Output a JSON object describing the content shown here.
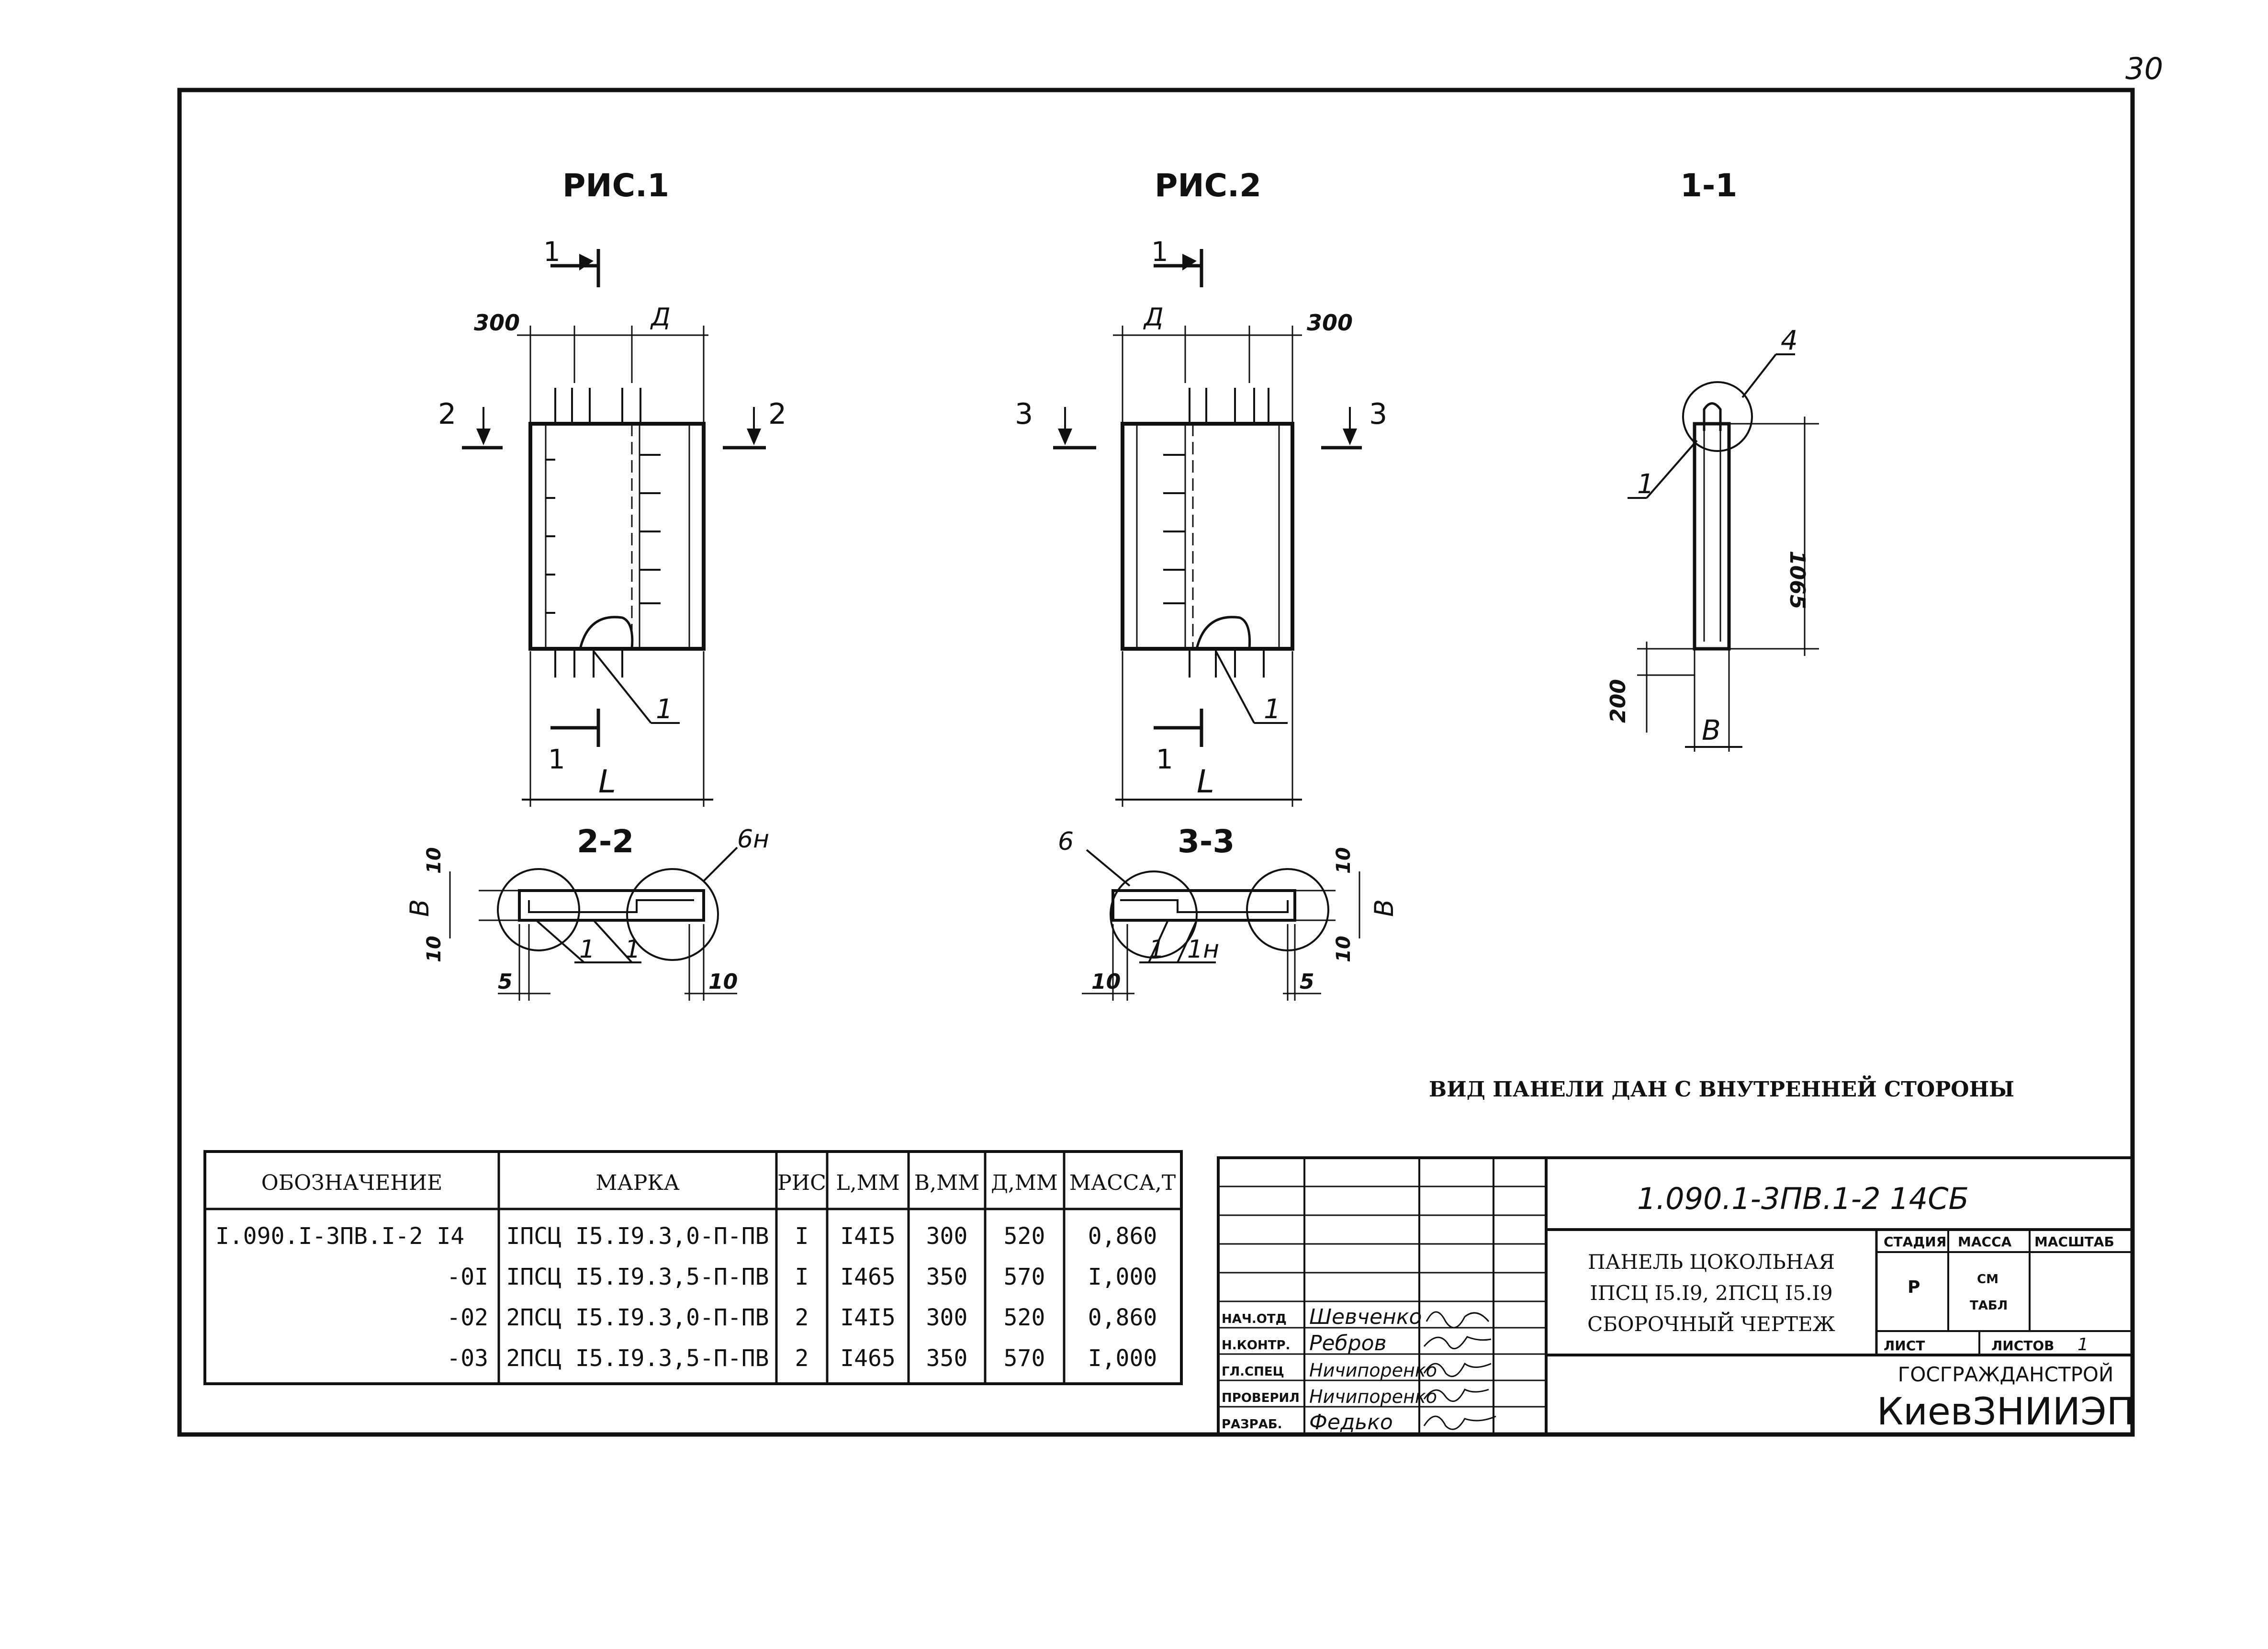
{
  "page_number": "30",
  "figures": {
    "fig1_title": "РИС.1",
    "fig2_title": "РИС.2",
    "section_11": "1-1",
    "section_22": "2-2",
    "section_33": "3-3"
  },
  "dims": {
    "d300": "300",
    "dA": "Д",
    "dL": "L",
    "dB": "В",
    "d10": "10",
    "d5": "5",
    "d1065": "1065",
    "d200": "200"
  },
  "marks": {
    "n1": "1",
    "n2": "2",
    "n3": "3",
    "n4": "4",
    "n6": "6",
    "n6n": "6н",
    "n1n": "1н"
  },
  "note": "ВИД ПАНЕЛИ ДАН С ВНУТРЕННЕЙ СТОРОНЫ",
  "spec_table": {
    "headers": [
      "ОБОЗНАЧЕНИЕ",
      "МАРКА",
      "РИС",
      "L,ММ",
      "В,ММ",
      "Д,ММ",
      "МАССА,Т"
    ],
    "rows": [
      [
        "I.090.I-3ПВ.I-2 I4",
        "IПСЦ I5.I9.3,0-П-ПВ",
        "I",
        "I4I5",
        "300",
        "520",
        "0,860"
      ],
      [
        "-0I",
        "IПСЦ I5.I9.3,5-П-ПВ",
        "I",
        "I465",
        "350",
        "570",
        "I,000"
      ],
      [
        "-02",
        "2ПСЦ I5.I9.3,0-П-ПВ",
        "2",
        "I4I5",
        "300",
        "520",
        "0,860"
      ],
      [
        "-03",
        "2ПСЦ I5.I9.3,5-П-ПВ",
        "2",
        "I465",
        "350",
        "570",
        "I,000"
      ]
    ]
  },
  "title_block": {
    "doc_code": "1.090.1-3ПВ.1-2  14СБ",
    "title_line1": "ПАНЕЛЬ ЦОКОЛЬНАЯ",
    "title_line2": "IПСЦ I5.I9,  2ПСЦ I5.I9",
    "title_line3": "СБОРОЧНЫЙ ЧЕРТЕЖ",
    "stage_label": "СТАДИЯ",
    "mass_label": "МАССА",
    "scale_label": "МАСШТАБ",
    "stage_value": "Р",
    "mass_value_1": "СМ",
    "mass_value_2": "ТАБЛ",
    "sheet_label": "ЛИСТ",
    "sheets_label": "ЛИСТОВ",
    "sheets_value": "1",
    "org_1": "ГОСГРАЖДАНСТРОЙ",
    "org_2": "КиевЗНИИЭП",
    "signatures": [
      {
        "role": "НАЧ.ОТД",
        "name": "Шевченко"
      },
      {
        "role": "Н.КОНТР.",
        "name": "Ребров"
      },
      {
        "role": "ГЛ.СПЕЦ",
        "name": "Ничипоренко"
      },
      {
        "role": "ПРОВЕРИЛ",
        "name": "Ничипоренко"
      },
      {
        "role": "РАЗРАБ.",
        "name": "Федько"
      }
    ]
  }
}
